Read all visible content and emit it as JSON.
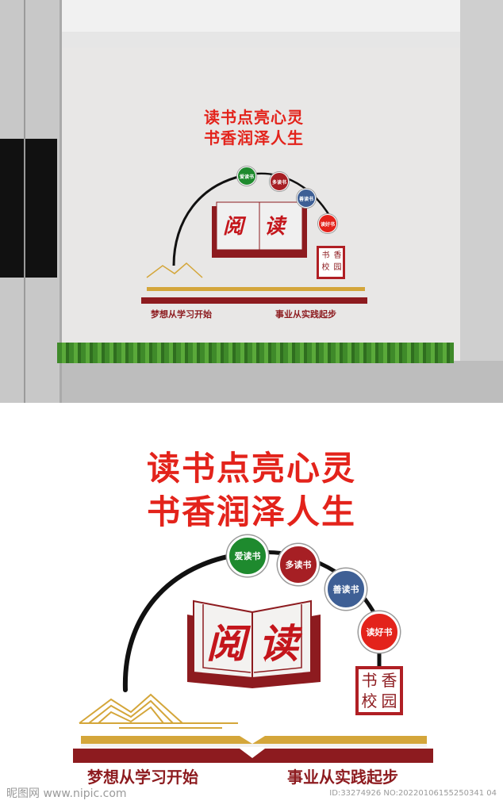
{
  "title": {
    "line1": "读书点亮心灵",
    "line2": "书香润泽人生"
  },
  "circles": [
    {
      "label": "爱读书",
      "color": "#1e8a2e"
    },
    {
      "label": "多读书",
      "color": "#a61f24"
    },
    {
      "label": "善读书",
      "color": "#3e5f95"
    },
    {
      "label": "读好书",
      "color": "#e3231b"
    }
  ],
  "book": {
    "word_left": "阅",
    "word_right": "读"
  },
  "seal": {
    "chars": [
      "书",
      "香",
      "校",
      "园"
    ]
  },
  "slogans": {
    "left": "梦想从学习开始",
    "right": "事业从实践起步"
  },
  "watermark": {
    "left": "昵图网 www.nipic.com",
    "right": "ID:33274926 NO:20220106155250341 04"
  },
  "colors": {
    "title_red": "#e3231b",
    "dark_red": "#8d1b1f",
    "gold": "#d4a63a"
  }
}
